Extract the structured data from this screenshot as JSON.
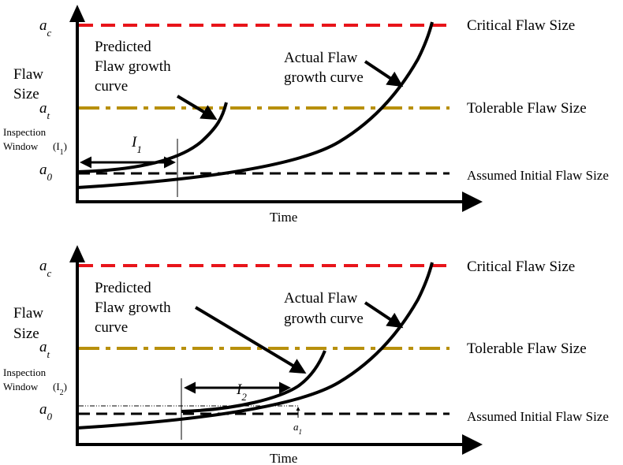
{
  "colors": {
    "critical": "#e8141a",
    "tolerable": "#b8900c",
    "assumed": "#000000",
    "curve": "#000000"
  },
  "icons": {
    "axis_arrow": "arrow-head-icon",
    "pointer": "pointer-arrow-icon",
    "interval": "double-arrow-icon"
  },
  "panels": [
    {
      "symbols": {
        "ac": "a",
        "ac_sub": "c",
        "at": "a",
        "at_sub": "t",
        "a0": "a",
        "a0_sub": "0",
        "interval": "I",
        "interval_sub": "1"
      },
      "y_axis_label_line1": "Flaw",
      "y_axis_label_line2": "Size",
      "inspection_line1": "Inspection",
      "inspection_line2": "Window",
      "inspection_symbol": "(I",
      "inspection_symbol_sub": "1",
      "inspection_symbol_close": ")",
      "predicted_line1": "Predicted",
      "predicted_line2": "Flaw growth",
      "predicted_line3": "curve",
      "actual_line1": "Actual Flaw",
      "actual_line2": "growth curve",
      "critical_label": "Critical Flaw Size",
      "tolerable_label": "Tolerable Flaw Size",
      "assumed_label": "Assumed Initial Flaw Size",
      "x_axis_label": "Time"
    },
    {
      "symbols": {
        "ac": "a",
        "ac_sub": "c",
        "at": "a",
        "at_sub": "t",
        "a0": "a",
        "a0_sub": "0",
        "interval": "I",
        "interval_sub": "2",
        "a1": "a",
        "a1_sub": "1"
      },
      "y_axis_label_line1": "Flaw",
      "y_axis_label_line2": "Size",
      "inspection_line1": "Inspection",
      "inspection_line2": "Window",
      "inspection_symbol": "(I",
      "inspection_symbol_sub": "2",
      "inspection_symbol_close": ")",
      "predicted_line1": "Predicted",
      "predicted_line2": "Flaw growth",
      "predicted_line3": "curve",
      "actual_line1": "Actual Flaw",
      "actual_line2": "growth curve",
      "critical_label": "Critical Flaw Size",
      "tolerable_label": "Tolerable Flaw Size",
      "assumed_label": "Assumed Initial Flaw Size",
      "x_axis_label": "Time"
    }
  ]
}
